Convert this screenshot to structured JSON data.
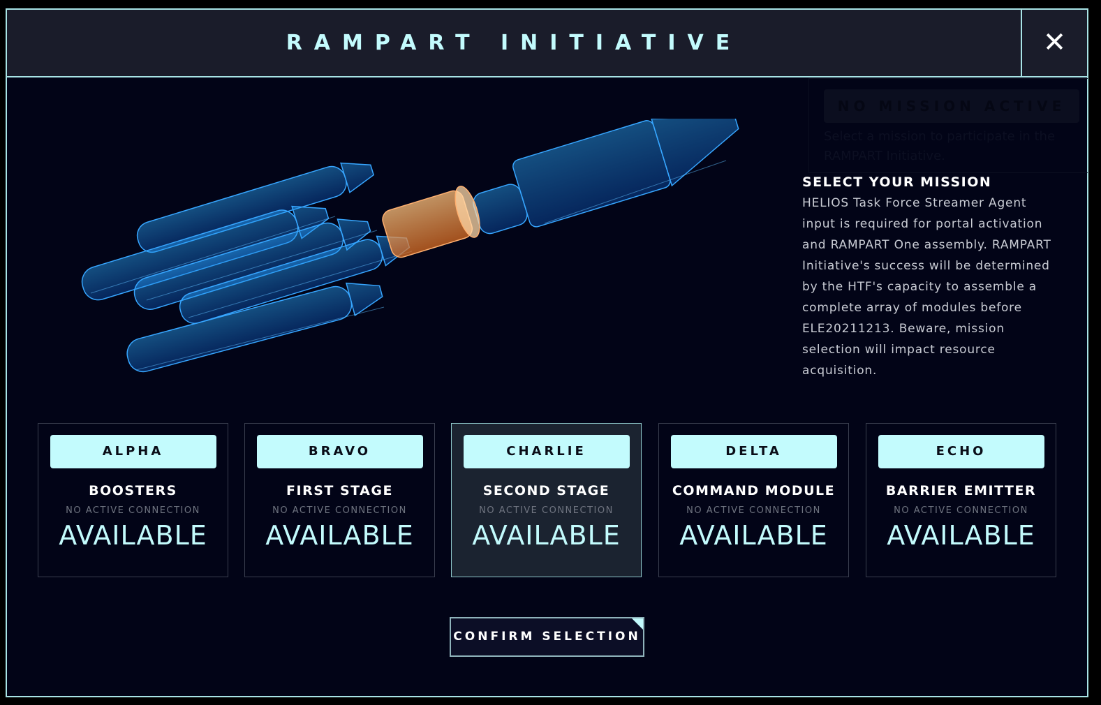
{
  "header": {
    "title": "RAMPART INITIATIVE",
    "close_icon": "close-icon"
  },
  "background_panel": {
    "button": "NO MISSION ACTIVE",
    "text": "Select a mission to participate in the RAMPART Initiative."
  },
  "info": {
    "heading": "SELECT YOUR MISSION",
    "body": "HELIOS Task Force Streamer Agent input is required for portal activation and RAMPART One assembly. RAMPART Initiative's success will be determined by the HTF's capacity to assemble a complete array of modules before ELE20211213. Beware, mission selection will impact resource acquisition."
  },
  "missions": [
    {
      "tag": "ALPHA",
      "name": "BOOSTERS",
      "connection": "NO ACTIVE CONNECTION",
      "status": "AVAILABLE"
    },
    {
      "tag": "BRAVO",
      "name": "FIRST STAGE",
      "connection": "NO ACTIVE CONNECTION",
      "status": "AVAILABLE"
    },
    {
      "tag": "CHARLIE",
      "name": "SECOND STAGE",
      "connection": "NO ACTIVE CONNECTION",
      "status": "AVAILABLE",
      "selected": true
    },
    {
      "tag": "DELTA",
      "name": "COMMAND MODULE",
      "connection": "NO ACTIVE CONNECTION",
      "status": "AVAILABLE"
    },
    {
      "tag": "ECHO",
      "name": "BARRIER EMITTER",
      "connection": "NO ACTIVE CONNECTION",
      "status": "AVAILABLE"
    }
  ],
  "confirm_label": "CONFIRM SELECTION",
  "colors": {
    "accent": "#c3fbfd",
    "border": "#a8e4e6",
    "wireframe": "#1e8fff",
    "highlight": "#ff9a4a"
  }
}
